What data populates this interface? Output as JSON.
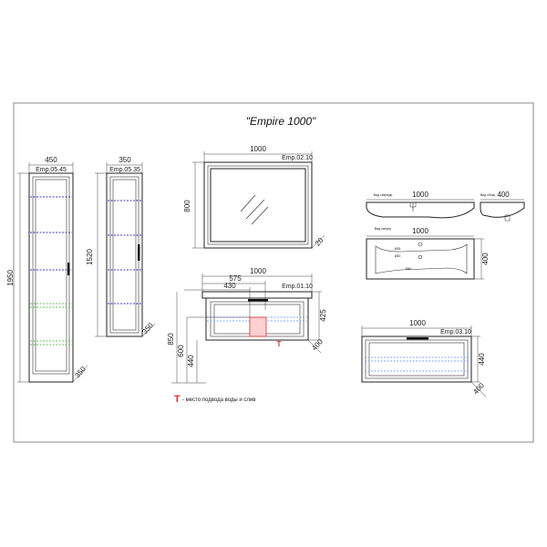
{
  "title": "\"Empire 1000\"",
  "colors": {
    "frame": "#888888",
    "line": "#222222",
    "shelf_blue": "#3a3ad0",
    "shelf_green": "#6fbf5f",
    "drawer_blue": "#7fa7ff",
    "connection_red": "#e03030",
    "connection_fill": "#fbd0d0"
  },
  "tall_cabinet": {
    "code": "Emp.05.45",
    "width": "450",
    "height": "1950",
    "depth": "350"
  },
  "narrow_cabinet": {
    "code": "Emp.05.35",
    "width": "350",
    "height": "1520",
    "depth": "350"
  },
  "mirror": {
    "code": "Emp.02.10",
    "width": "1000",
    "height": "800",
    "depth": "20"
  },
  "vanity": {
    "code": "Emp.01.10",
    "width": "1000",
    "offset_outer": "575",
    "offset_inner": "430",
    "height_top": "425",
    "height_total": "850",
    "height_mid": "600",
    "height_low": "440",
    "depth": "400",
    "connection_marker": "T"
  },
  "sink_top": {
    "width": "1000",
    "tiny_label": "Вид спереди"
  },
  "sink_side": {
    "width": "400",
    "tiny_label": "Вид сбоку"
  },
  "sink_plan": {
    "width": "1000",
    "depth": "400",
    "tiny_label": "Вид сверху",
    "hole_dim_a": "Ø35",
    "hole_dim_b": "Ø30",
    "hole_dim_c": "Ø40"
  },
  "drawer_unit": {
    "code": "Emp.03.10",
    "width": "1000",
    "height": "440",
    "depth": "400"
  },
  "legend": {
    "symbol": "T",
    "text": "- место подвода воды и слив"
  }
}
